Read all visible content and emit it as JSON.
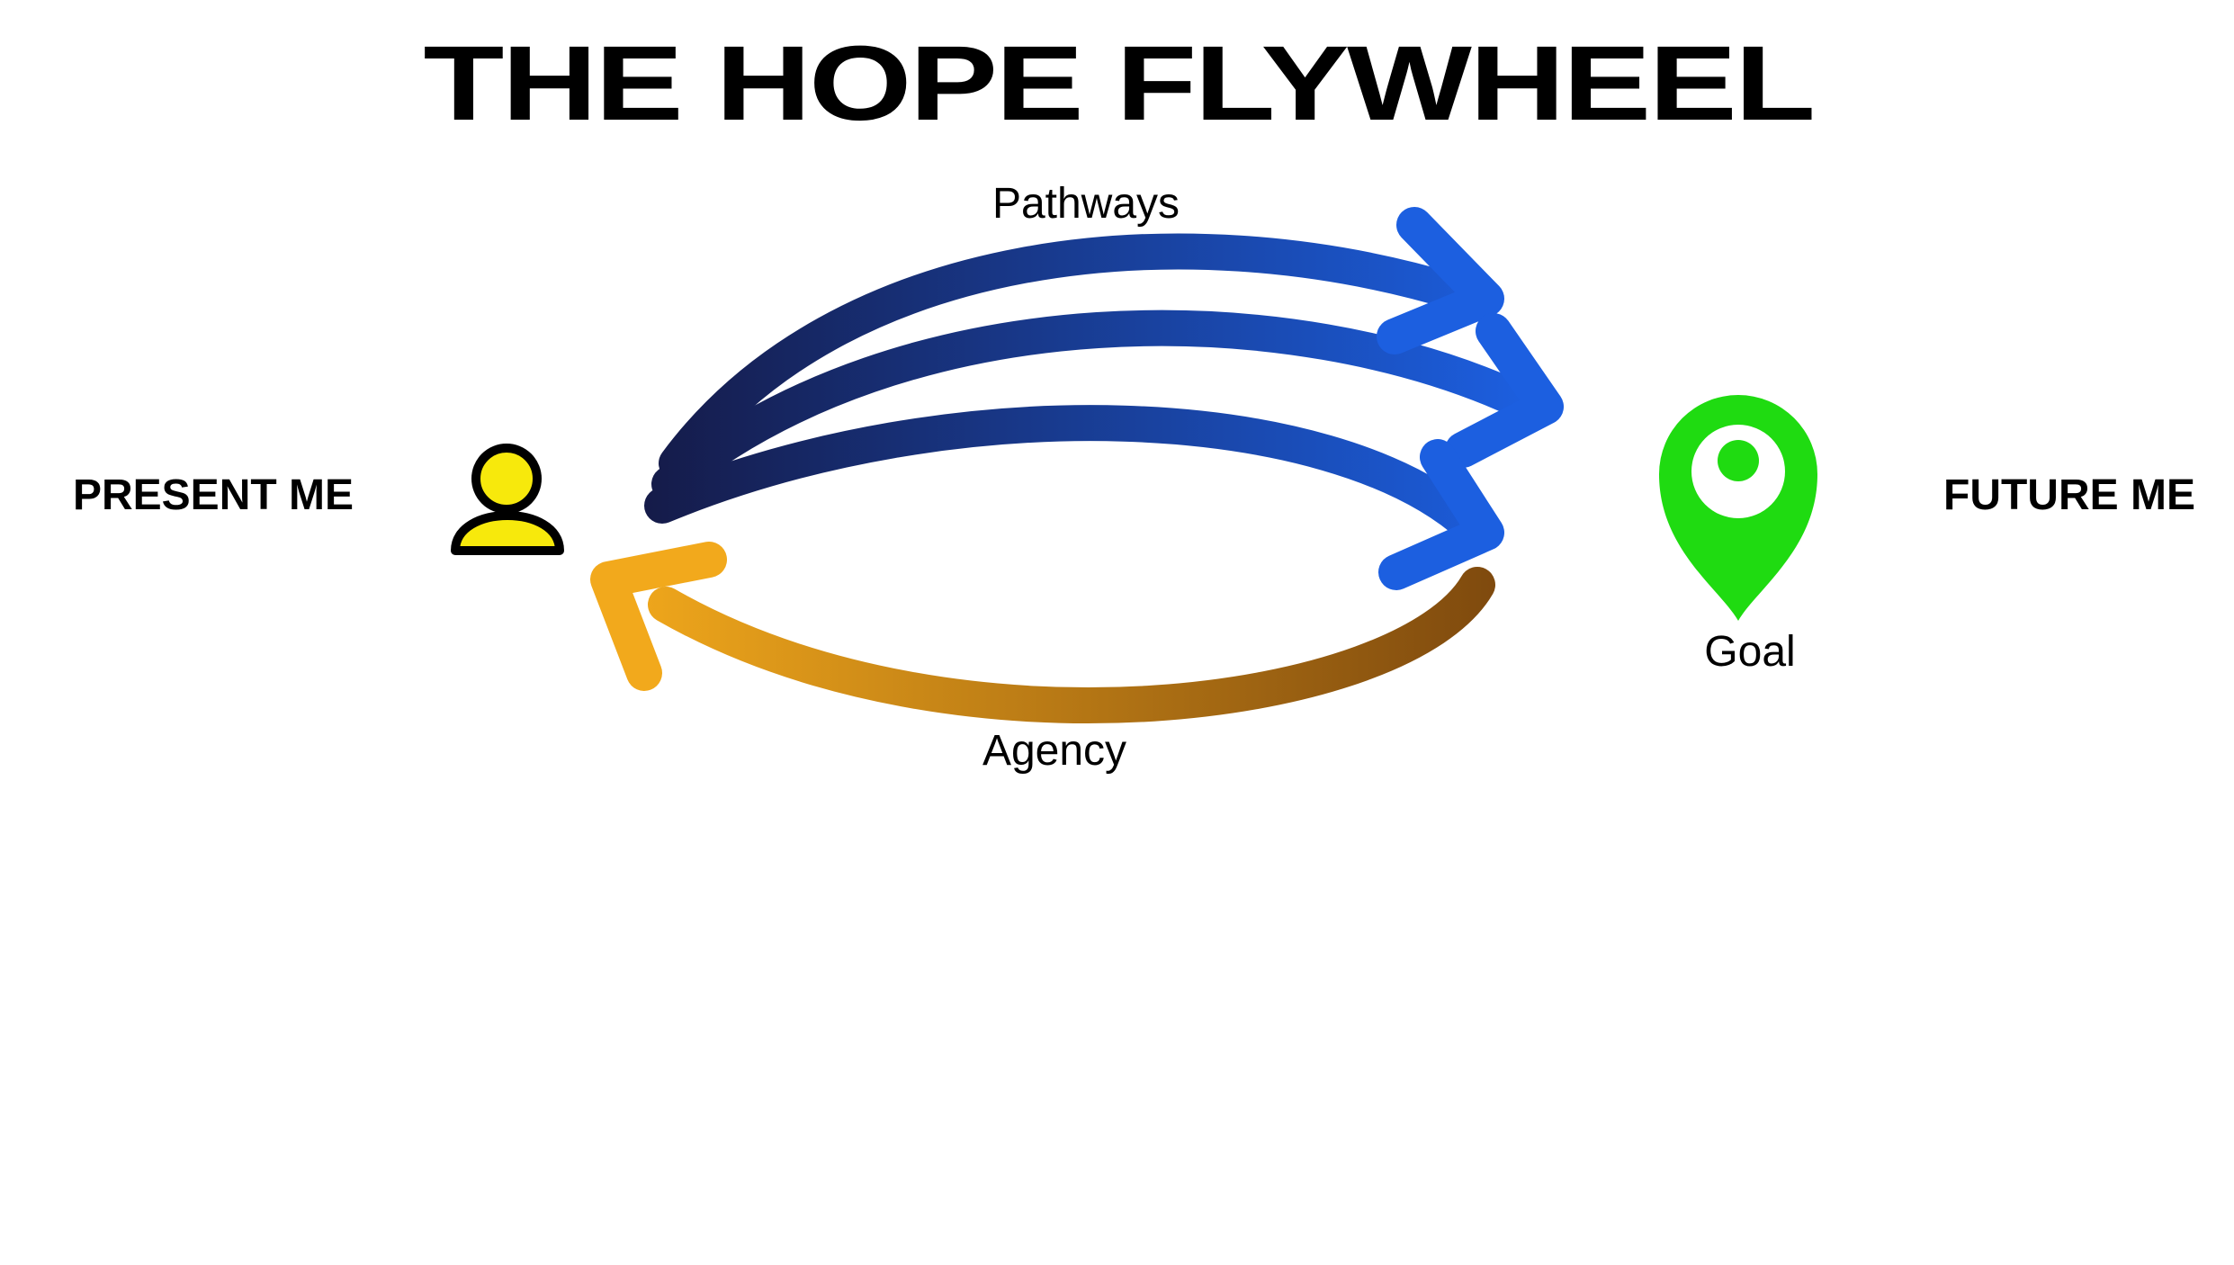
{
  "title": "THE HOPE FLYWHEEL",
  "nodes": {
    "present_me": "PRESENT ME",
    "future_me": "FUTURE ME",
    "goal": "Goal"
  },
  "loops": {
    "pathways": "Pathways",
    "agency": "Agency"
  },
  "colors": {
    "background": "#FFFFFF",
    "text": "#000000",
    "pathways_dark": "#151B49",
    "pathways_bright": "#1C5FE0",
    "agency_bright": "#F2A91C",
    "agency_dark": "#7F4A0E",
    "person_fill": "#F7E90C",
    "person_outline": "#000000",
    "pin_green": "#1FDB11",
    "pin_inner": "#FFFFFF"
  },
  "icons": {
    "person": "person-icon",
    "goal_pin": "location-pin-icon"
  }
}
